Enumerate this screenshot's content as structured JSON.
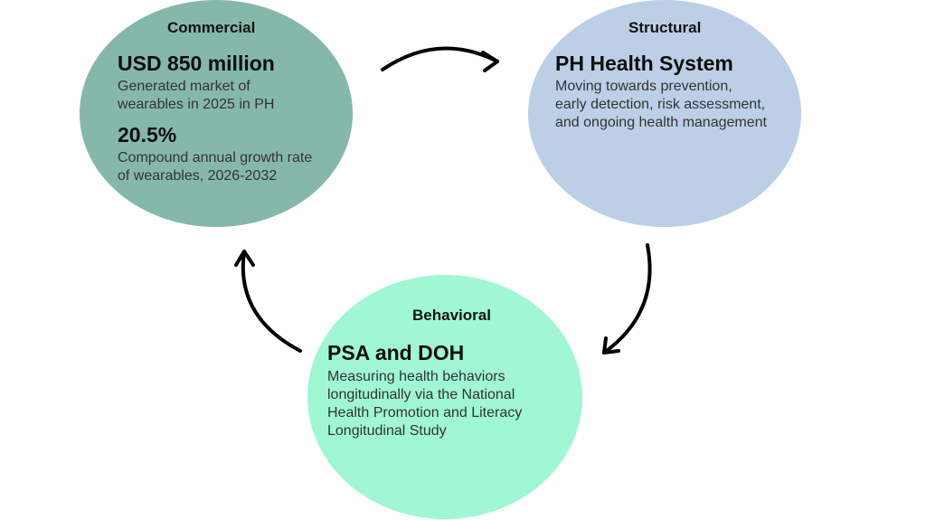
{
  "commercial": {
    "category": "Commercial",
    "stat1_value": "USD 850 million",
    "stat1_desc_line1": "Generated market of",
    "stat1_desc_line2": "wearables in 2025 in PH",
    "stat2_value": "20.5%",
    "stat2_desc_line1": "Compound annual growth rate",
    "stat2_desc_line2": "of wearables, 2026-2032",
    "color": "#85b8aa"
  },
  "structural": {
    "category": "Structural",
    "heading": "PH Health System",
    "desc_line1": "Moving towards prevention,",
    "desc_line2": "early detection, risk assessment,",
    "desc_line3": "and ongoing health management",
    "color": "#bccfe7"
  },
  "behavioral": {
    "category": "Behavioral",
    "heading": "PSA and DOH",
    "desc_line1": "Measuring health behaviors",
    "desc_line2": "longitudinally via the National",
    "desc_line3": "Health Promotion and Literacy",
    "desc_line4": "Longitudinal Study",
    "color": "#9ff7d4"
  }
}
